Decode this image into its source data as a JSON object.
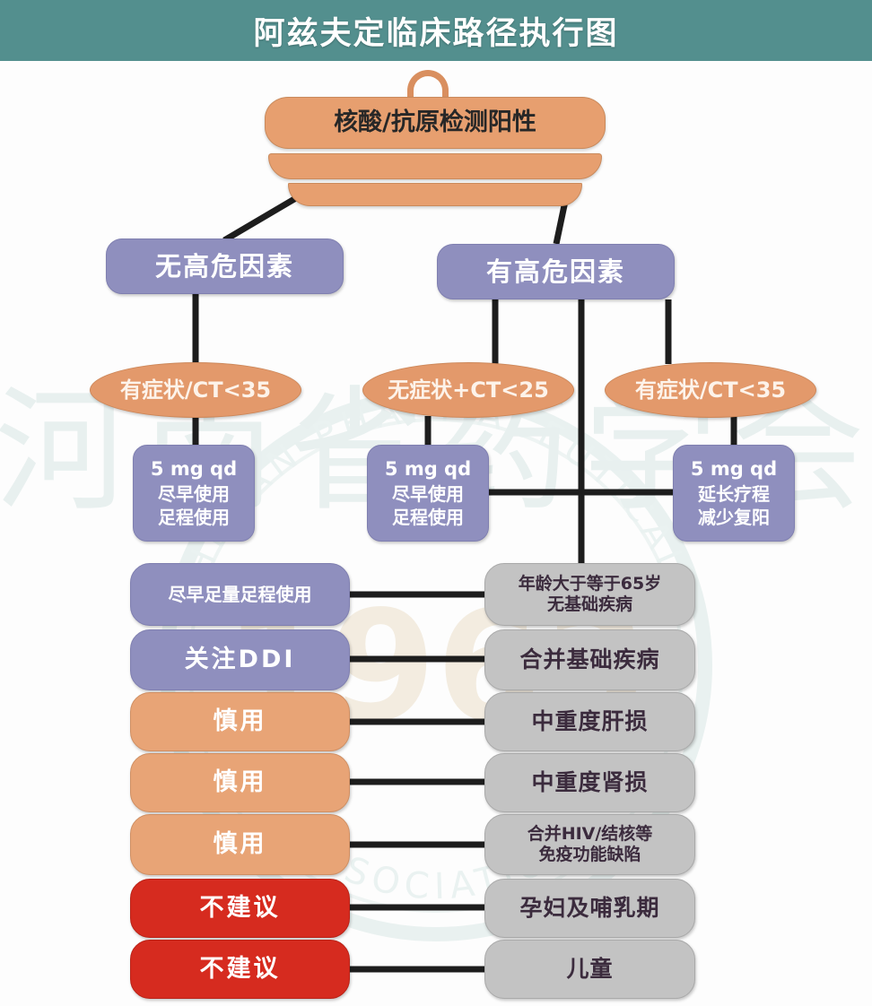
{
  "header": {
    "title": "阿兹夫定临床路径执行图",
    "bar_color": "#538f8e"
  },
  "watermark": {
    "text_cn": "河南省药学会"
  },
  "palette": {
    "teal": "#538f8e",
    "purple": "#8f8fbe",
    "orange": "#e8a476",
    "orange_deep": "#e3996b",
    "red": "#d62b1f",
    "grey": "#c3c3c3",
    "line": "#1d1d1d"
  },
  "flow": {
    "root": {
      "label": "核酸/抗原检测阳性"
    },
    "level2": [
      {
        "label": "无高危因素"
      },
      {
        "label": "有高危因素"
      }
    ],
    "criteria": [
      {
        "label": "有症状/CT<35"
      },
      {
        "label": "无症状+CT<25"
      },
      {
        "label": "有症状/CT<35"
      }
    ],
    "treatments": [
      {
        "line1": "5 mg qd",
        "line2": "尽早使用",
        "line3": "足程使用"
      },
      {
        "line1": "5 mg qd",
        "line2": "尽早使用",
        "line3": "足程使用"
      },
      {
        "line1": "5 mg qd",
        "line2": "延长疗程",
        "line3": "减少复阳"
      }
    ]
  },
  "pairs": [
    {
      "recommendation": "尽早足量足程使用",
      "rec_color": "purple",
      "condition_line1": "年龄大于等于65岁",
      "condition_line2": "无基础疾病"
    },
    {
      "recommendation": "关注DDI",
      "rec_color": "purple",
      "condition_line1": "合并基础疾病",
      "condition_line2": ""
    },
    {
      "recommendation": "慎用",
      "rec_color": "orange",
      "condition_line1": "中重度肝损",
      "condition_line2": ""
    },
    {
      "recommendation": "慎用",
      "rec_color": "orange",
      "condition_line1": "中重度肾损",
      "condition_line2": ""
    },
    {
      "recommendation": "慎用",
      "rec_color": "orange",
      "condition_line1": "合并HIV/结核等",
      "condition_line2": "免疫功能缺陷"
    },
    {
      "recommendation": "不建议",
      "rec_color": "red",
      "condition_line1": "孕妇及哺乳期",
      "condition_line2": ""
    },
    {
      "recommendation": "不建议",
      "rec_color": "red",
      "condition_line1": "儿童",
      "condition_line2": ""
    }
  ]
}
